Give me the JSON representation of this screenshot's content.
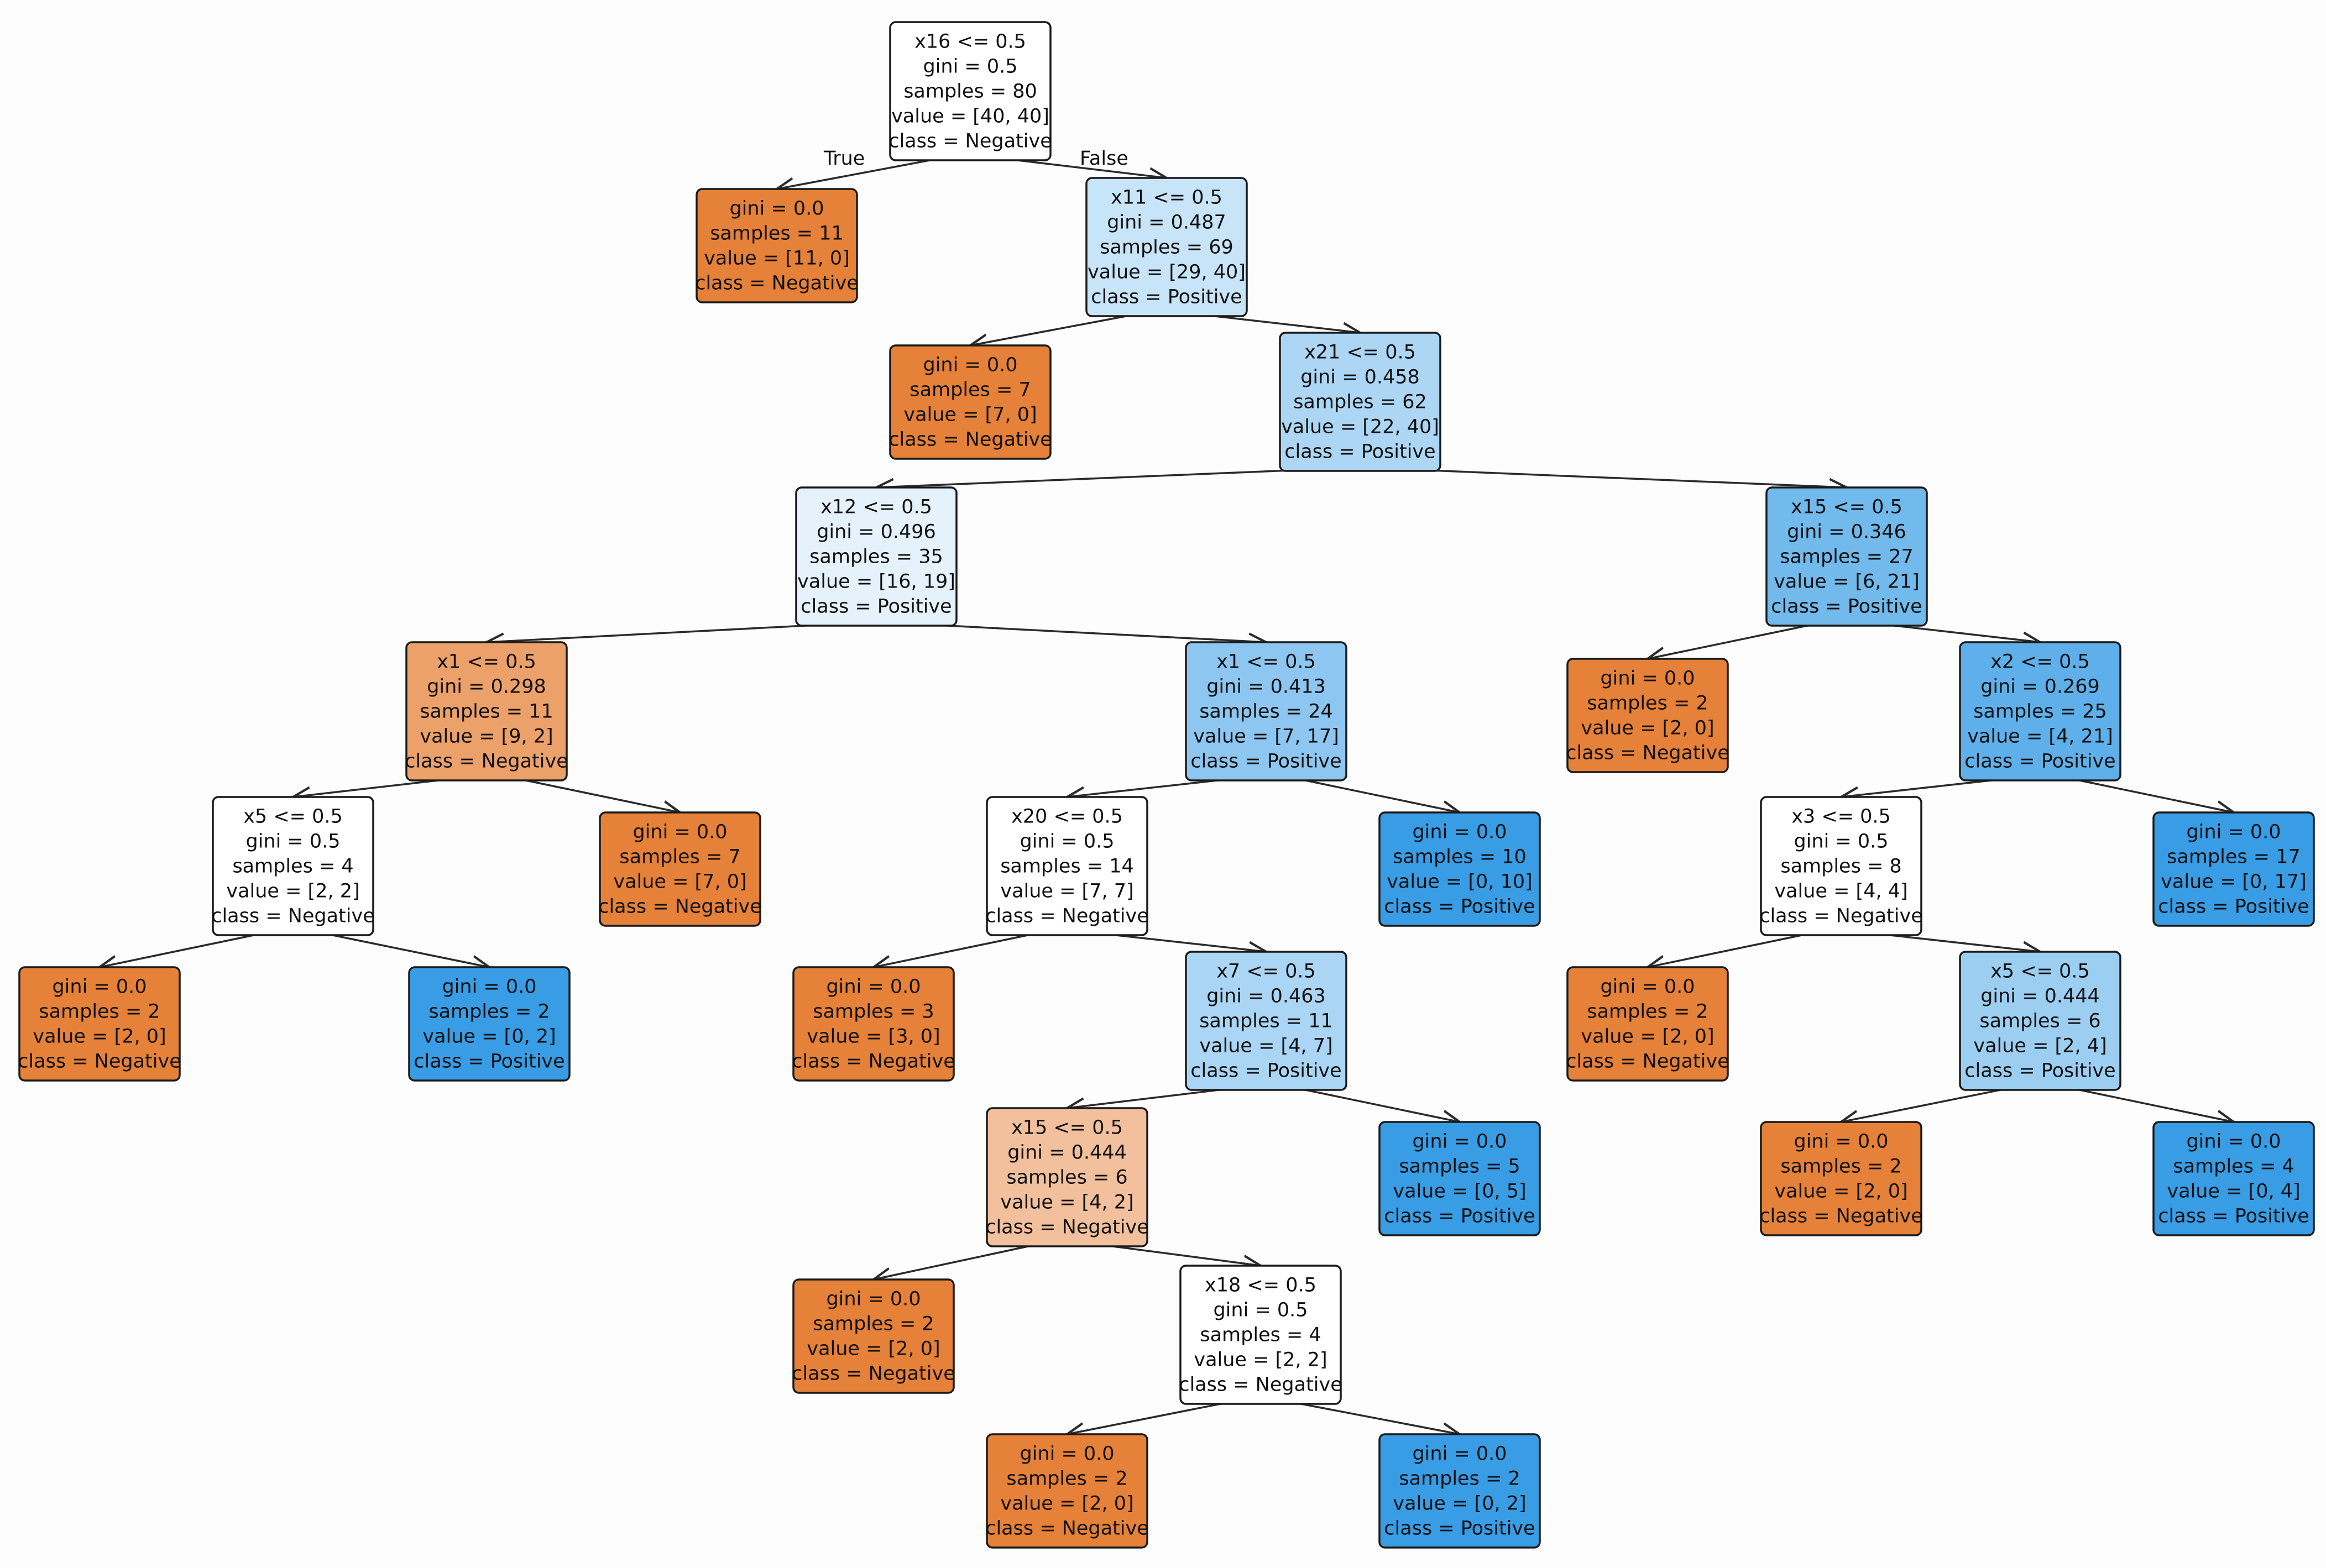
{
  "edge_labels": {
    "left": "True",
    "right": "False"
  },
  "colors": {
    "negative_strong": "#e58139",
    "negative_light": "#f2c09c",
    "negative_mid": "#eca06a",
    "neutral": "#ffffff",
    "positive_pale": "#e5f2fc",
    "positive_light": "#acd6f4",
    "positive_mid": "#8dc6f0",
    "positive_strong": "#399de5",
    "line": "#2b2b2b"
  },
  "nodes": [
    {
      "id": "n0",
      "lines": [
        "x16 <= 0.5",
        "gini = 0.5",
        "samples = 80",
        "value = [40, 40]",
        "class = Negative"
      ],
      "fill": "#ffffff"
    },
    {
      "id": "n1",
      "lines": [
        "gini = 0.0",
        "samples = 11",
        "value = [11, 0]",
        "class = Negative"
      ],
      "fill": "#e58139"
    },
    {
      "id": "n2",
      "lines": [
        "x11 <= 0.5",
        "gini = 0.487",
        "samples = 69",
        "value = [29, 40]",
        "class = Positive"
      ],
      "fill": "#c8e4f8"
    },
    {
      "id": "n3",
      "lines": [
        "gini = 0.0",
        "samples = 7",
        "value = [7, 0]",
        "class = Negative"
      ],
      "fill": "#e58139"
    },
    {
      "id": "n4",
      "lines": [
        "x21 <= 0.5",
        "gini = 0.458",
        "samples = 62",
        "value = [22, 40]",
        "class = Positive"
      ],
      "fill": "#acd6f4"
    },
    {
      "id": "n5",
      "lines": [
        "x12 <= 0.5",
        "gini = 0.496",
        "samples = 35",
        "value = [16, 19]",
        "class = Positive"
      ],
      "fill": "#e5f2fc"
    },
    {
      "id": "n6",
      "lines": [
        "x15 <= 0.5",
        "gini = 0.346",
        "samples = 27",
        "value = [6, 21]",
        "class = Positive"
      ],
      "fill": "#72b9ec"
    },
    {
      "id": "n7",
      "lines": [
        "x1 <= 0.5",
        "gini = 0.298",
        "samples = 11",
        "value = [9, 2]",
        "class = Negative"
      ],
      "fill": "#eca06a"
    },
    {
      "id": "n8",
      "lines": [
        "x1 <= 0.5",
        "gini = 0.413",
        "samples = 24",
        "value = [7, 17]",
        "class = Positive"
      ],
      "fill": "#8dc6f0"
    },
    {
      "id": "n9",
      "lines": [
        "gini = 0.0",
        "samples = 2",
        "value = [2, 0]",
        "class = Negative"
      ],
      "fill": "#e58139"
    },
    {
      "id": "n10",
      "lines": [
        "x2 <= 0.5",
        "gini = 0.269",
        "samples = 25",
        "value = [4, 21]",
        "class = Positive"
      ],
      "fill": "#5fb0ea"
    },
    {
      "id": "n11",
      "lines": [
        "x5 <= 0.5",
        "gini = 0.5",
        "samples = 4",
        "value = [2, 2]",
        "class = Negative"
      ],
      "fill": "#ffffff"
    },
    {
      "id": "n12",
      "lines": [
        "gini = 0.0",
        "samples = 7",
        "value = [7, 0]",
        "class = Negative"
      ],
      "fill": "#e58139"
    },
    {
      "id": "n13",
      "lines": [
        "x20 <= 0.5",
        "gini = 0.5",
        "samples = 14",
        "value = [7, 7]",
        "class = Negative"
      ],
      "fill": "#ffffff"
    },
    {
      "id": "n14",
      "lines": [
        "gini = 0.0",
        "samples = 10",
        "value = [0, 10]",
        "class = Positive"
      ],
      "fill": "#399de5"
    },
    {
      "id": "n15",
      "lines": [
        "x3 <= 0.5",
        "gini = 0.5",
        "samples = 8",
        "value = [4, 4]",
        "class = Negative"
      ],
      "fill": "#ffffff"
    },
    {
      "id": "n16",
      "lines": [
        "gini = 0.0",
        "samples = 17",
        "value = [0, 17]",
        "class = Positive"
      ],
      "fill": "#399de5"
    },
    {
      "id": "n17",
      "lines": [
        "gini = 0.0",
        "samples = 2",
        "value = [2, 0]",
        "class = Negative"
      ],
      "fill": "#e58139"
    },
    {
      "id": "n18",
      "lines": [
        "gini = 0.0",
        "samples = 2",
        "value = [0, 2]",
        "class = Positive"
      ],
      "fill": "#399de5"
    },
    {
      "id": "n19",
      "lines": [
        "gini = 0.0",
        "samples = 3",
        "value = [3, 0]",
        "class = Negative"
      ],
      "fill": "#e58139"
    },
    {
      "id": "n20",
      "lines": [
        "x7 <= 0.5",
        "gini = 0.463",
        "samples = 11",
        "value = [4, 7]",
        "class = Positive"
      ],
      "fill": "#aad5f4"
    },
    {
      "id": "n21",
      "lines": [
        "gini = 0.0",
        "samples = 2",
        "value = [2, 0]",
        "class = Negative"
      ],
      "fill": "#e58139"
    },
    {
      "id": "n22",
      "lines": [
        "x5 <= 0.5",
        "gini = 0.444",
        "samples = 6",
        "value = [2, 4]",
        "class = Positive"
      ],
      "fill": "#9ccef2"
    },
    {
      "id": "n23",
      "lines": [
        "x15 <= 0.5",
        "gini = 0.444",
        "samples = 6",
        "value = [4, 2]",
        "class = Negative"
      ],
      "fill": "#f2c09c"
    },
    {
      "id": "n24",
      "lines": [
        "gini = 0.0",
        "samples = 5",
        "value = [0, 5]",
        "class = Positive"
      ],
      "fill": "#399de5"
    },
    {
      "id": "n25",
      "lines": [
        "gini = 0.0",
        "samples = 2",
        "value = [2, 0]",
        "class = Negative"
      ],
      "fill": "#e58139"
    },
    {
      "id": "n26",
      "lines": [
        "gini = 0.0",
        "samples = 4",
        "value = [0, 4]",
        "class = Positive"
      ],
      "fill": "#399de5"
    },
    {
      "id": "n27",
      "lines": [
        "gini = 0.0",
        "samples = 2",
        "value = [2, 0]",
        "class = Negative"
      ],
      "fill": "#e58139"
    },
    {
      "id": "n28",
      "lines": [
        "x18 <= 0.5",
        "gini = 0.5",
        "samples = 4",
        "value = [2, 2]",
        "class = Negative"
      ],
      "fill": "#ffffff"
    },
    {
      "id": "n29",
      "lines": [
        "gini = 0.0",
        "samples = 2",
        "value = [2, 0]",
        "class = Negative"
      ],
      "fill": "#e58139"
    },
    {
      "id": "n30",
      "lines": [
        "gini = 0.0",
        "samples = 2",
        "value = [0, 2]",
        "class = Positive"
      ],
      "fill": "#399de5"
    }
  ],
  "edges": [
    [
      "n0",
      "n1"
    ],
    [
      "n0",
      "n2"
    ],
    [
      "n2",
      "n3"
    ],
    [
      "n2",
      "n4"
    ],
    [
      "n4",
      "n5"
    ],
    [
      "n4",
      "n6"
    ],
    [
      "n5",
      "n7"
    ],
    [
      "n5",
      "n8"
    ],
    [
      "n6",
      "n9"
    ],
    [
      "n6",
      "n10"
    ],
    [
      "n7",
      "n11"
    ],
    [
      "n7",
      "n12"
    ],
    [
      "n8",
      "n13"
    ],
    [
      "n8",
      "n14"
    ],
    [
      "n10",
      "n15"
    ],
    [
      "n10",
      "n16"
    ],
    [
      "n11",
      "n17"
    ],
    [
      "n11",
      "n18"
    ],
    [
      "n13",
      "n19"
    ],
    [
      "n13",
      "n20"
    ],
    [
      "n15",
      "n21"
    ],
    [
      "n15",
      "n22"
    ],
    [
      "n20",
      "n23"
    ],
    [
      "n20",
      "n24"
    ],
    [
      "n22",
      "n25"
    ],
    [
      "n22",
      "n26"
    ],
    [
      "n23",
      "n27"
    ],
    [
      "n23",
      "n28"
    ],
    [
      "n28",
      "n29"
    ],
    [
      "n28",
      "n30"
    ]
  ]
}
